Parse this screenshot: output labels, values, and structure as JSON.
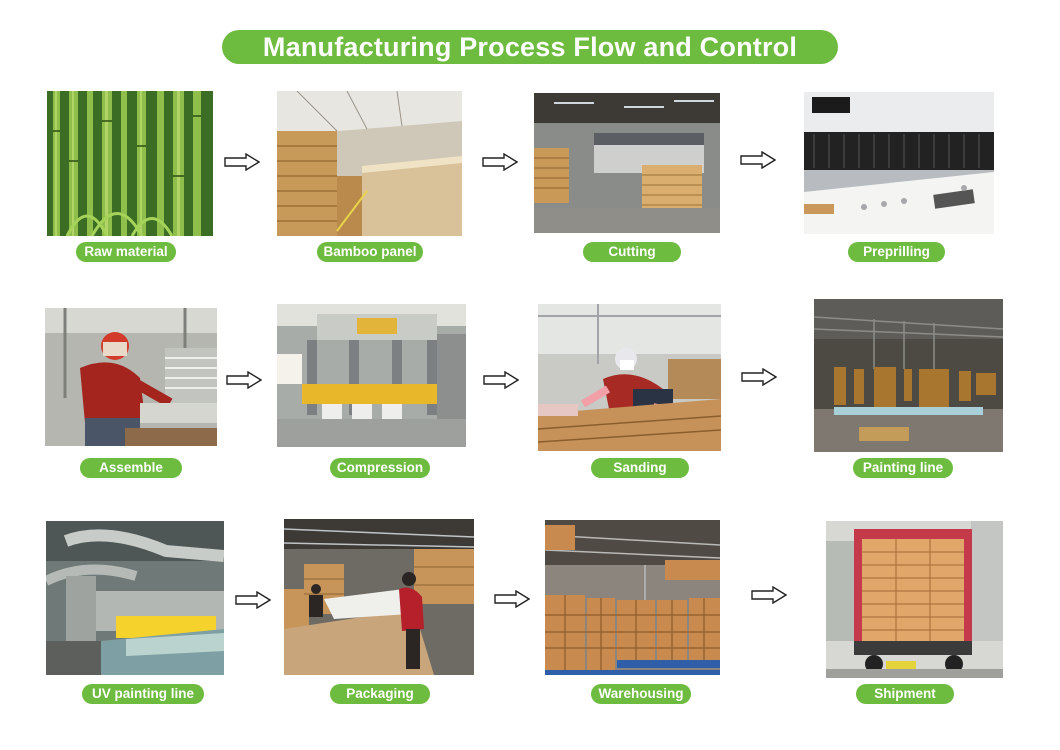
{
  "title": "Manufacturing Process Flow and Control",
  "steps": [
    {
      "label": "Raw material",
      "image": "bamboo-forest"
    },
    {
      "label": "Bamboo panel",
      "image": "bamboo-panel-warehouse"
    },
    {
      "label": "Cutting",
      "image": "cutting-machine"
    },
    {
      "label": "Preprilling",
      "image": "drilling-machine"
    },
    {
      "label": "Assemble",
      "image": "worker-assembling"
    },
    {
      "label": "Compression",
      "image": "press-machine"
    },
    {
      "label": "Sanding",
      "image": "worker-sanding"
    },
    {
      "label": "Painting line",
      "image": "hanging-paint-line"
    },
    {
      "label": "UV painting line",
      "image": "uv-coating-machine"
    },
    {
      "label": "Packaging",
      "image": "packing-area"
    },
    {
      "label": "Warehousing",
      "image": "stacked-cartons"
    },
    {
      "label": "Shipment",
      "image": "loaded-container-truck"
    }
  ],
  "colors": {
    "accent": "#6dbb3f",
    "label_text": "#ffffff"
  }
}
